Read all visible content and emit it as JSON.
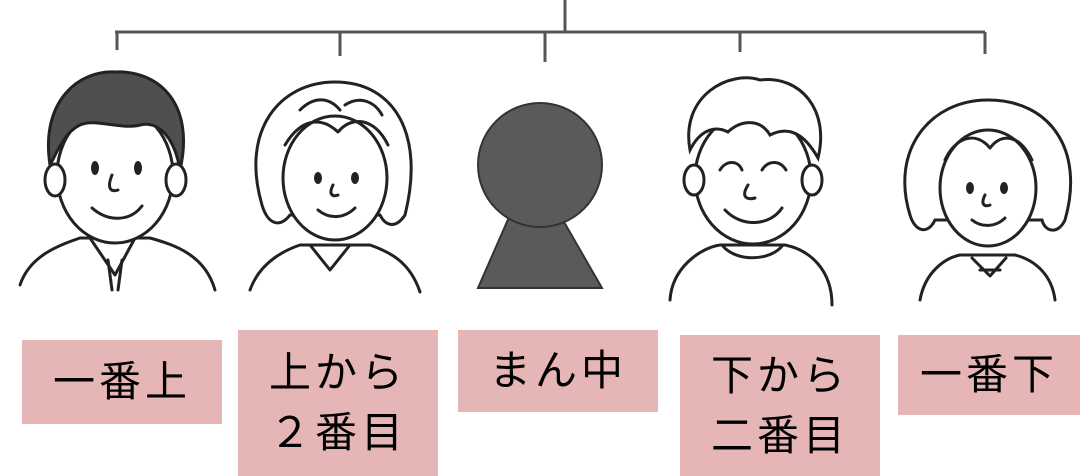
{
  "people": [
    {
      "label": "一番上",
      "hair": "dark",
      "kind": "boy"
    },
    {
      "label": "上から\n２番目",
      "hair": "light",
      "kind": "girl"
    },
    {
      "label": "まん中",
      "hair": "none",
      "kind": "silhouette"
    },
    {
      "label": "下から\n二番目",
      "hair": "light",
      "kind": "boy"
    },
    {
      "label": "一番下",
      "hair": "light",
      "kind": "girl"
    }
  ],
  "colors": {
    "label_bg": "#e6b6b6",
    "silhouette": "#5a5a5a",
    "dark_hair": "#4f4f4f"
  }
}
